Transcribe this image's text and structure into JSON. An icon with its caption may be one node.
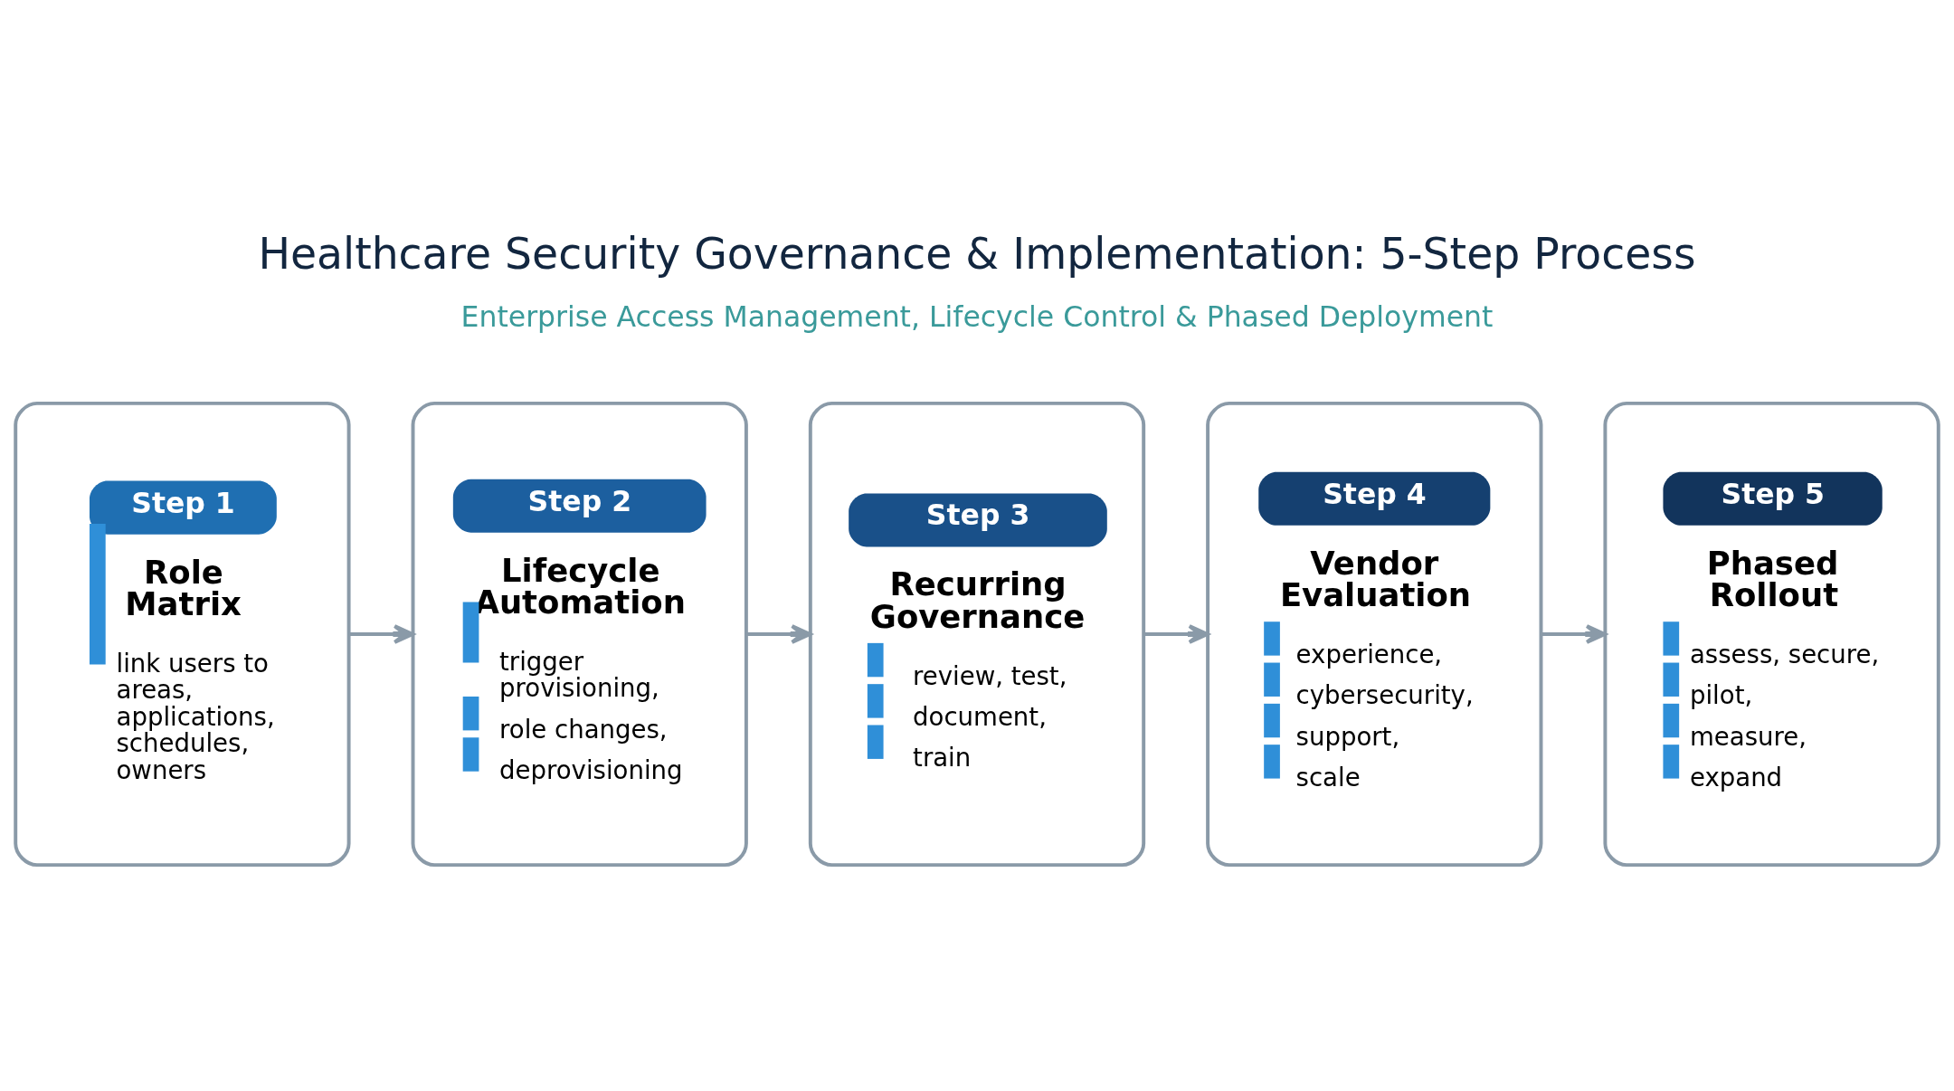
{
  "diagram": {
    "title": "Healthcare Security Governance & Implementation: 5-Step Process",
    "nodes": [
      {
        "text": [
          "Step 1",
          "Role Matrix",
          "link users to areas, applications, schedules, owners"
        ]
      },
      {
        "text": [
          "Step 2",
          "Lifecycle Automation",
          "trigger provisioning,",
          "role changes,",
          "deprovisioning"
        ]
      },
      {
        "text": [
          "Step 3",
          "Recurring Governance",
          "review, test,",
          "document,",
          "train"
        ]
      },
      {
        "text": [
          "Step 4",
          "Vendor Evaluation",
          "experience,",
          "cybersecurity,",
          "support,",
          "scale"
        ]
      },
      {
        "text": [
          "Step 5",
          "Phased Rollout",
          "assess, secure,",
          "pilot,",
          "measure,",
          "expand"
        ]
      }
    ],
    "edges": [
      {
        "from": 0,
        "to": 1,
        "arrow": "to"
      },
      {
        "from": 1,
        "to": 2,
        "arrow": "to"
      },
      {
        "from": 2,
        "to": 3,
        "arrow": "to"
      },
      {
        "from": 3,
        "to": 4,
        "arrow": "to"
      }
    ],
    "labels": [
      "Enterprise Access Management, Lifecycle Control & Phased Deployment"
    ]
  }
}
